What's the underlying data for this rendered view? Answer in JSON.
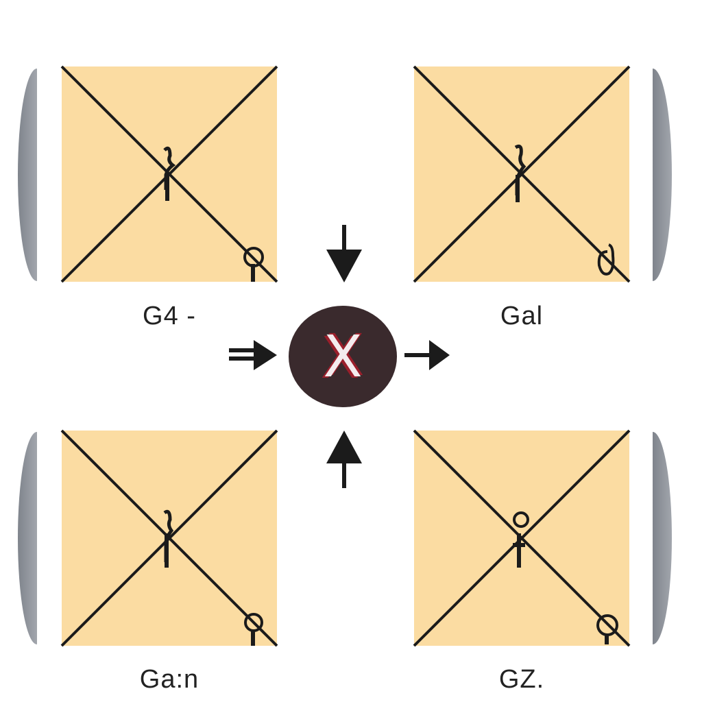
{
  "panels": [
    {
      "caption": "G4 -"
    },
    {
      "caption": "Gal"
    },
    {
      "caption": "Ga:n"
    },
    {
      "caption": "GZ."
    }
  ],
  "hub": {
    "glyph": "X"
  },
  "colors": {
    "panel_fill": "#fbdca2",
    "line": "#1b1b1b",
    "hub_fill": "#3a2a2d",
    "hub_accent": "#9a1f2b",
    "edge_gray": "#8c9098"
  },
  "icons": [
    "cross-lines-icon",
    "key-icon",
    "arrow-down-icon",
    "arrow-right-icon",
    "arrow-up-icon",
    "close-icon"
  ]
}
